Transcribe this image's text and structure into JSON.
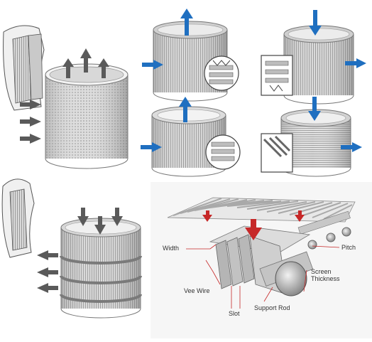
{
  "labels": {
    "width": "Width",
    "vee_wire": "Vee Wire",
    "slot": "Slot",
    "support_rod": "Support Rod",
    "screen_thickness_line1": "Screen",
    "screen_thickness_line2": "Thickness",
    "pitch": "Pitch"
  },
  "colors": {
    "flow_blue": "#1f6fc0",
    "flow_gray": "#5a5a5a",
    "flow_red": "#c62828",
    "metal_light": "#e4e4e4",
    "metal_mid": "#bdbdbd",
    "metal_dark": "#8e8e8e"
  },
  "icons": {
    "arrow_blue": "arrow-blue-icon",
    "arrow_gray": "arrow-gray-icon",
    "arrow_red": "arrow-red-icon"
  }
}
